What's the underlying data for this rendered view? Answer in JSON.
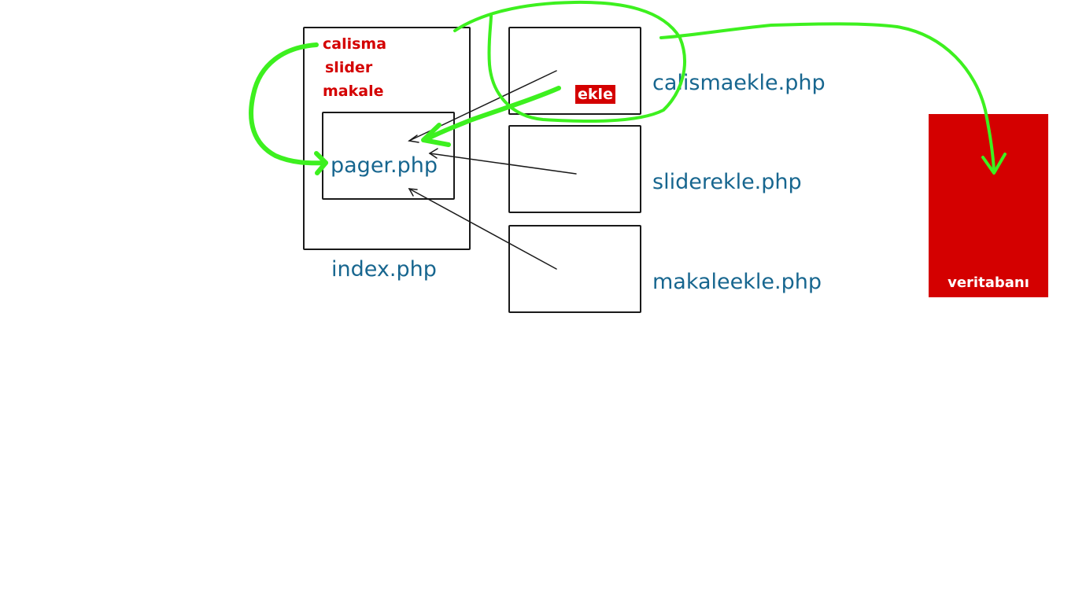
{
  "index_box": {
    "menu": [
      "calisma",
      "slider",
      "makale"
    ],
    "pager_label": "pager.php",
    "label": "index.php"
  },
  "pages": [
    {
      "label": "calismaekle.php",
      "button_label": "ekle"
    },
    {
      "label": "sliderekle.php"
    },
    {
      "label": "makaleekle.php"
    }
  ],
  "database": {
    "label": "veritabanı"
  },
  "colors": {
    "file_label": "#17668f",
    "accent_red": "#d40000",
    "highlight_green": "#3df01f",
    "outline": "#1a1a1a"
  }
}
